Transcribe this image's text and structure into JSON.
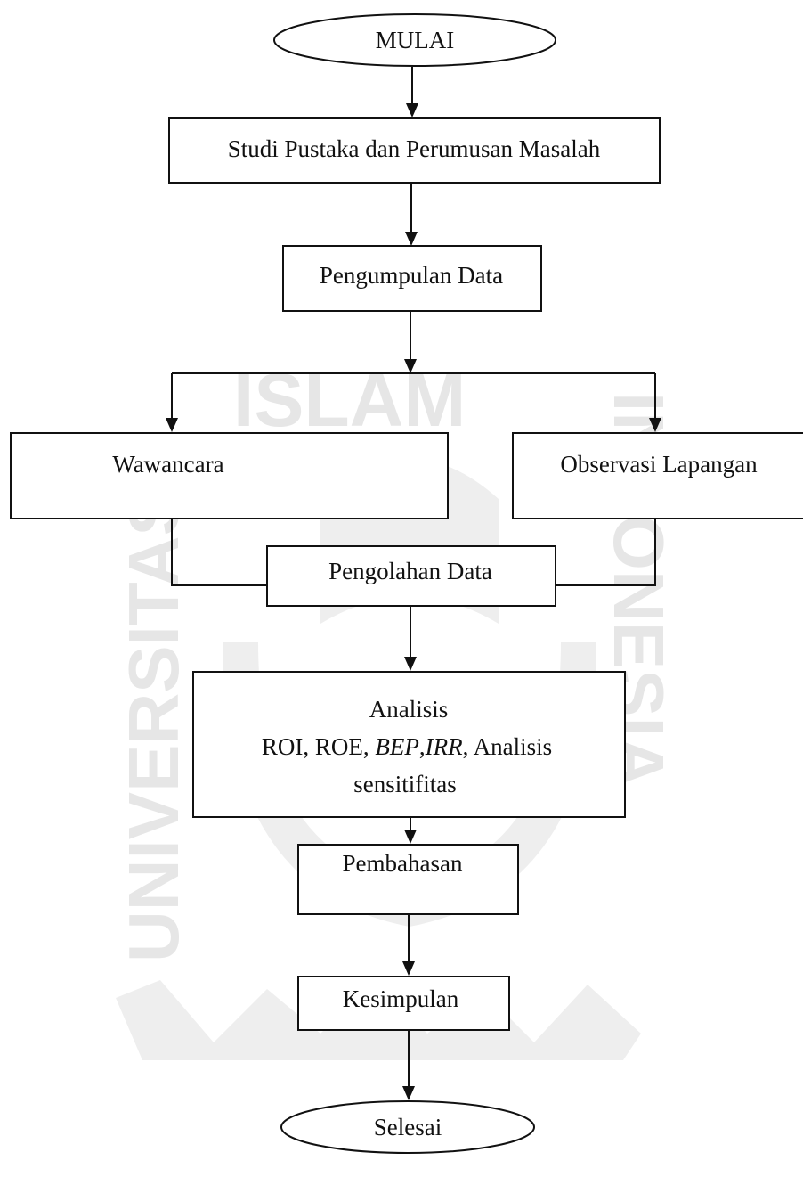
{
  "nodes": {
    "start": "MULAI",
    "studi": "Studi Pustaka dan Perumusan Masalah",
    "pengumpulan": "Pengumpulan Data",
    "wawancara": "Wawancara",
    "observasi": "Observasi Lapangan",
    "pengolahan": "Pengolahan Data",
    "analisis_line1": "Analisis",
    "analisis_line2_a": "ROI, ROE, ",
    "analisis_line2_b": "BEP",
    "analisis_line2_c": ",",
    "analisis_line2_d": "IRR",
    "analisis_line2_e": ", Analisis",
    "analisis_line3": "sensitifitas",
    "pembahasan": "Pembahasan",
    "kesimpulan": "Kesimpulan",
    "end": "Selesai"
  },
  "watermark": {
    "top": "ISLAM",
    "left": "UNIVERSITAS",
    "right": "INDONESIA"
  },
  "colors": {
    "stroke": "#111111",
    "watermark": "#e6e6e6"
  }
}
